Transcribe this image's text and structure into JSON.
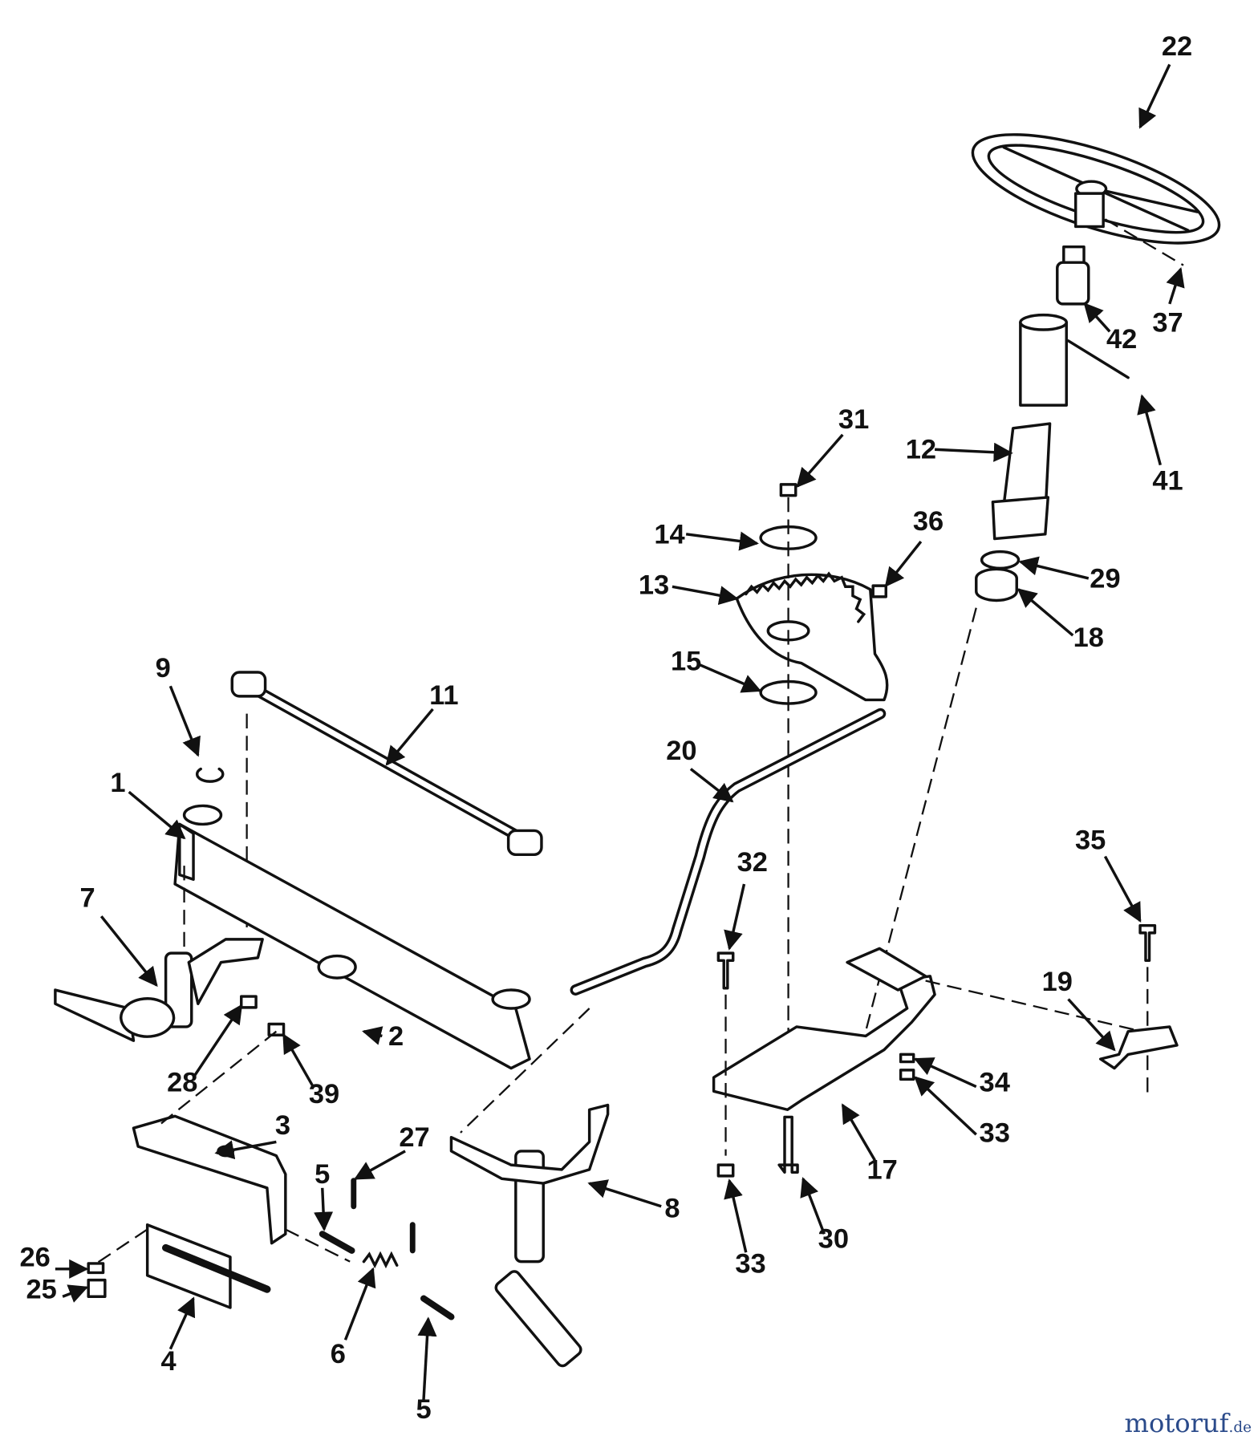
{
  "diagram": {
    "type": "exploded parts diagram",
    "callouts": [
      "22",
      "37",
      "42",
      "41",
      "12",
      "31",
      "14",
      "36",
      "29",
      "13",
      "18",
      "15",
      "9",
      "11",
      "20",
      "1",
      "35",
      "32",
      "7",
      "19",
      "2",
      "28",
      "39",
      "34",
      "33",
      "3",
      "27",
      "17",
      "5",
      "8",
      "30",
      "33",
      "26",
      "25",
      "4",
      "6",
      "5"
    ]
  },
  "watermark": {
    "main": "motoruf",
    "suffix": ".de",
    "color": "#2a4a8a"
  }
}
